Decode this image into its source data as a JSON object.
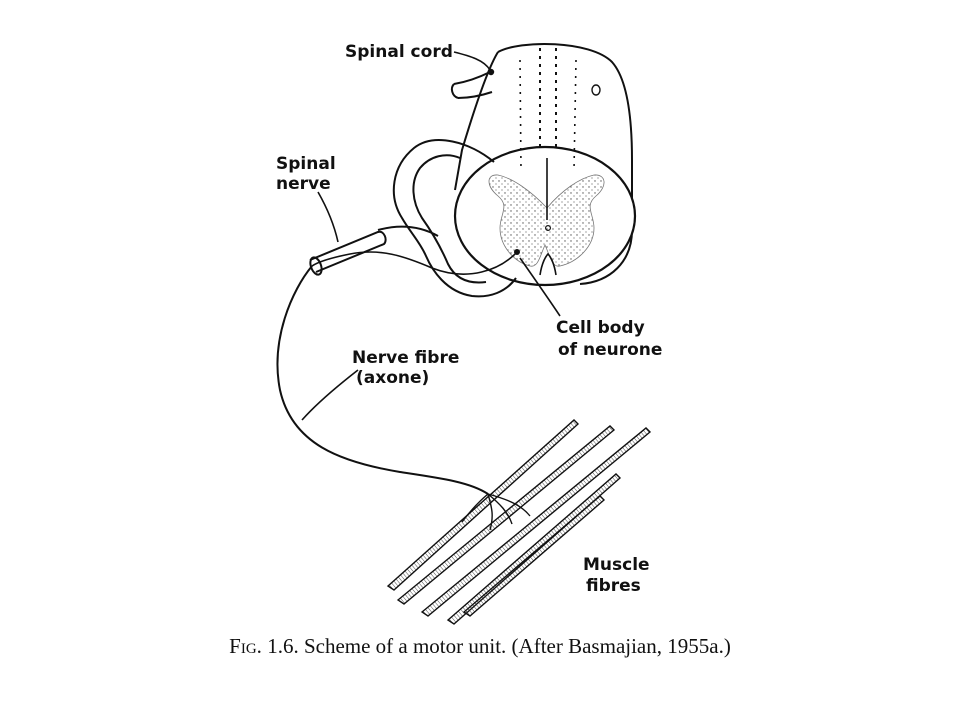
{
  "labels": {
    "spinal_cord": "Spinal cord",
    "spinal_nerve_1": "Spinal",
    "spinal_nerve_2": "nerve",
    "cell_body_1": "Cell body",
    "cell_body_2": "of neurone",
    "nerve_fibre_1": "Nerve fibre",
    "nerve_fibre_2": "(axone)",
    "muscle_1": "Muscle",
    "muscle_2": "fibres"
  },
  "caption": {
    "fig_prefix": "Fig.",
    "fig_number": "1.6.",
    "text": "Scheme of a motor unit. (After Basmajian, 1955a.)"
  },
  "colors": {
    "ink": "#111111",
    "background": "#ffffff",
    "stipple": "#555555"
  }
}
